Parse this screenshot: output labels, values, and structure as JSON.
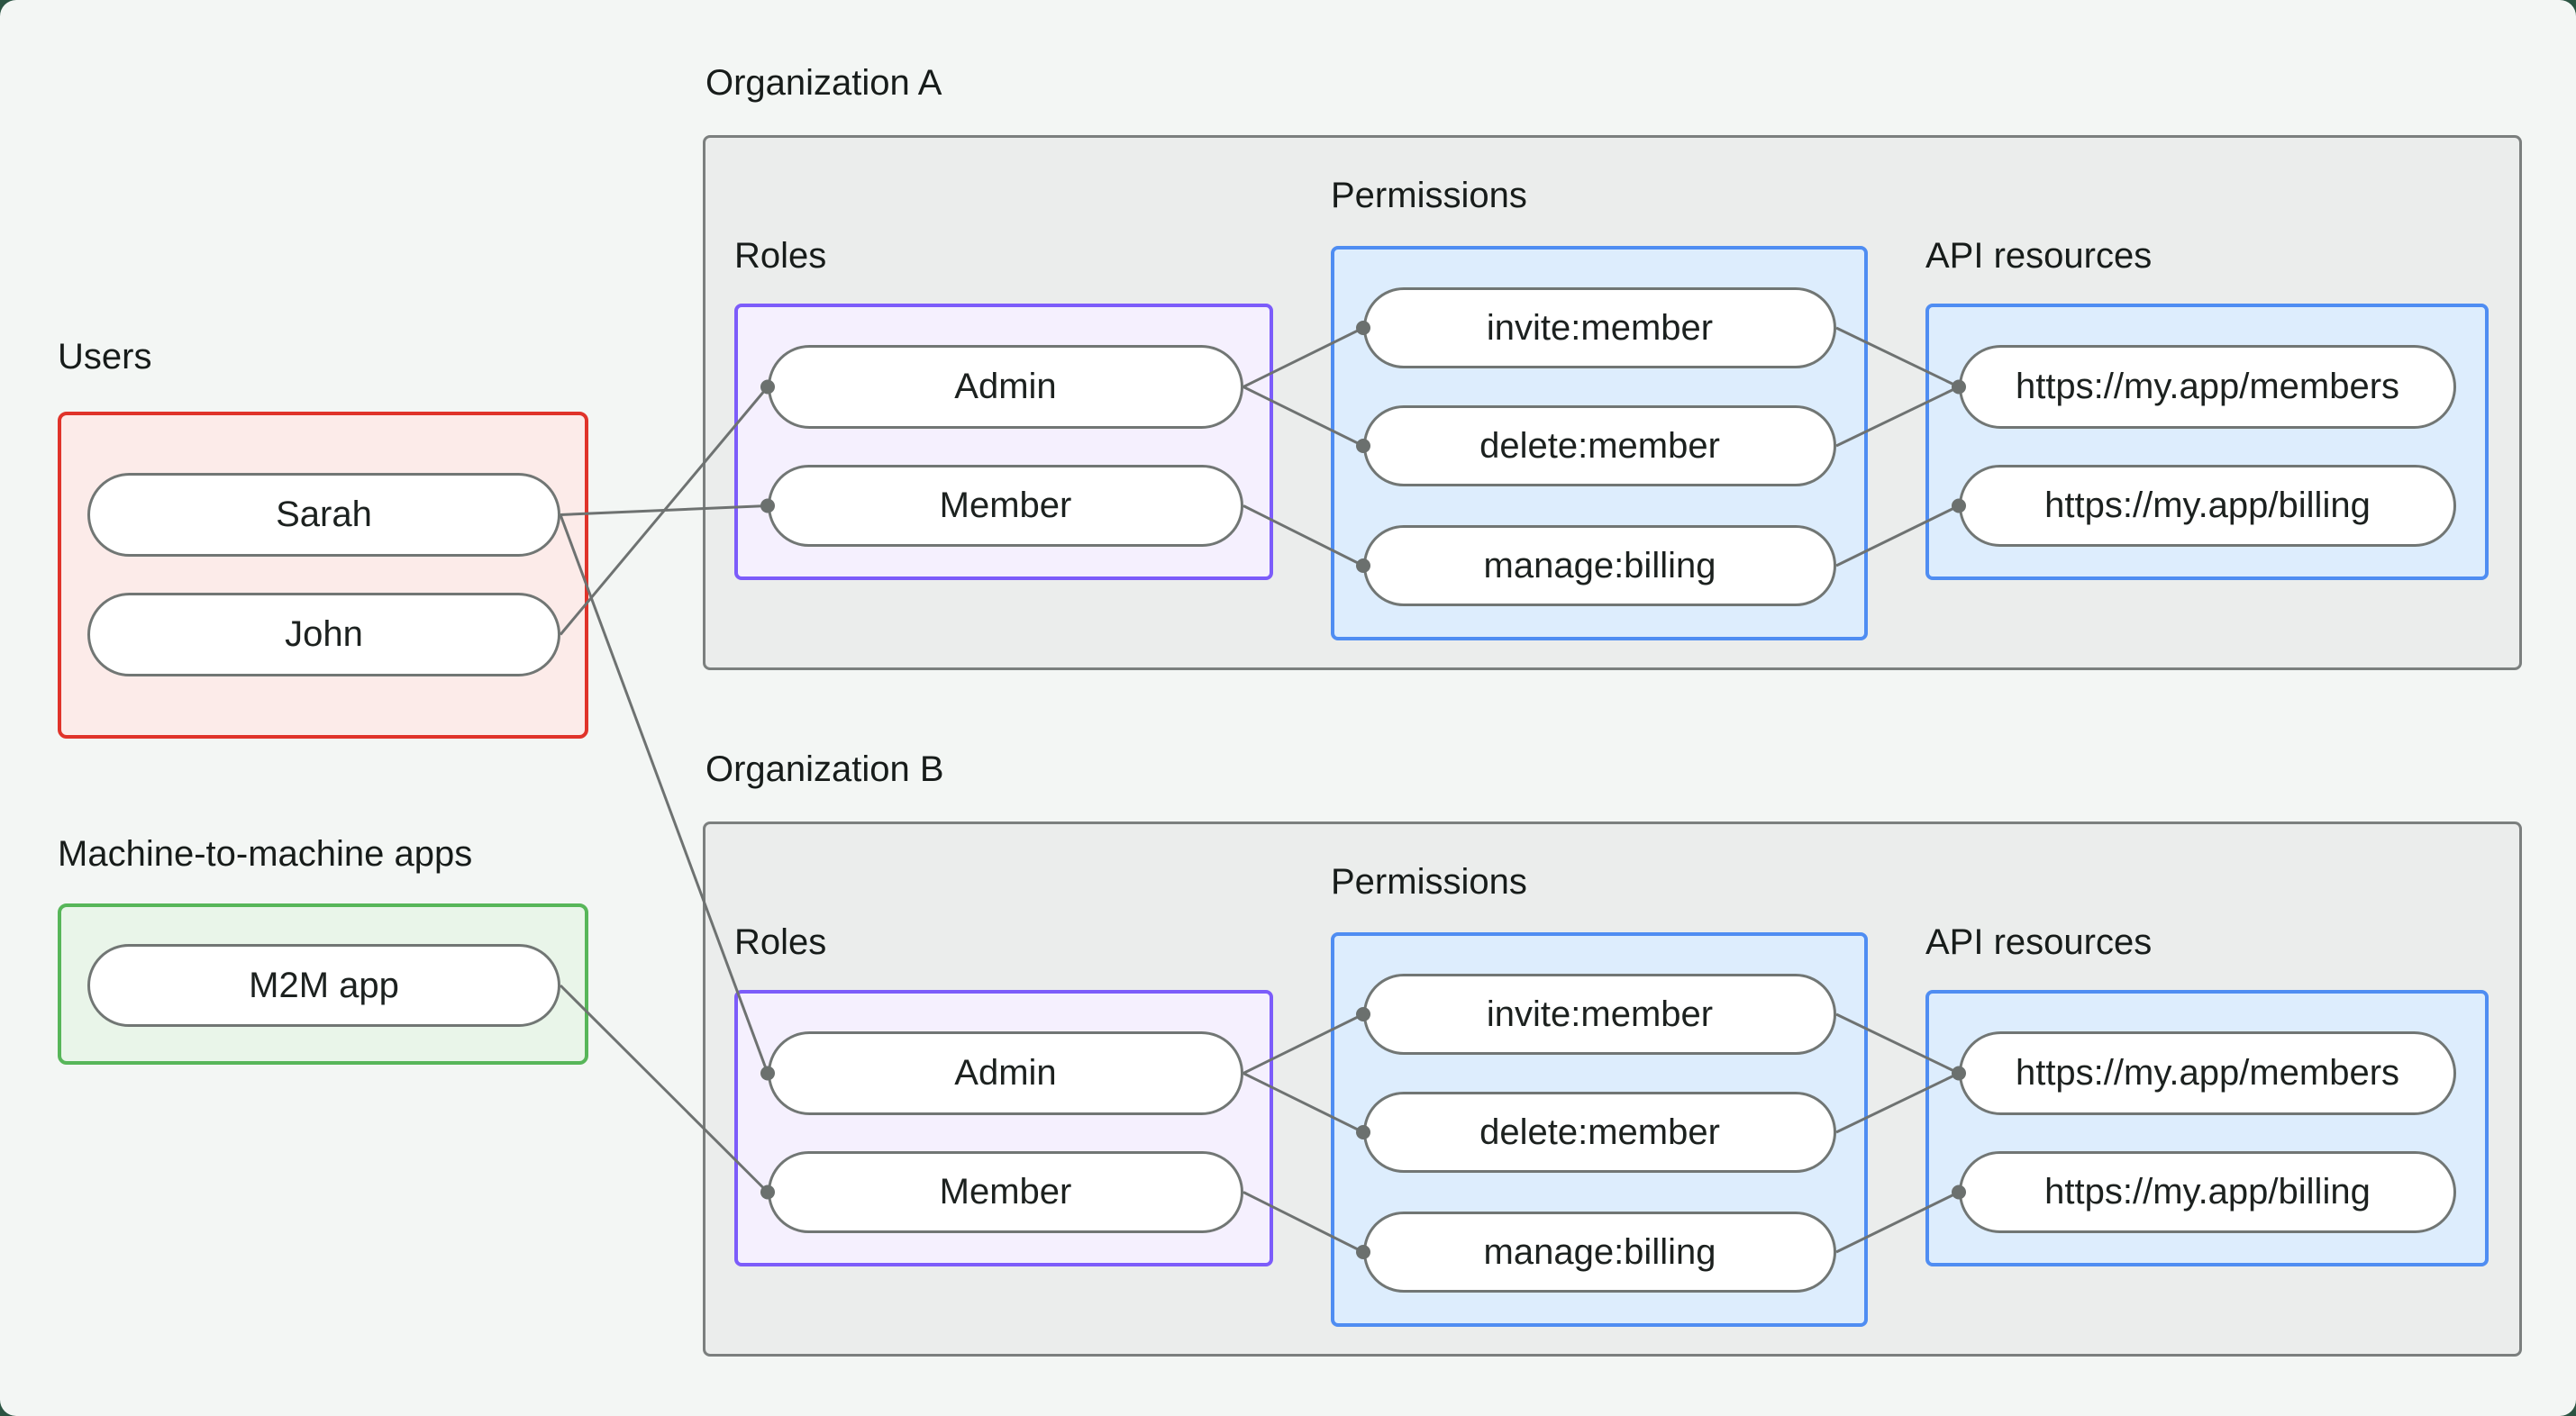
{
  "page": {
    "background": "#f3f6f4",
    "outer_background": "#2b5442"
  },
  "colors": {
    "users_border": "#e0332a",
    "users_fill": "#fcebe9",
    "m2m_border": "#57b659",
    "m2m_fill": "#e9f5e9",
    "org_border": "#7b7f7e",
    "org_fill": "#ebedec",
    "roles_border": "#7c5cfa",
    "roles_fill": "#f5f0fe",
    "blue_border": "#4f8df2",
    "blue_fill": "#ddedfd",
    "pill_border": "#717674",
    "pill_fill": "#ffffff",
    "line": "#6e7271",
    "dot": "#6b706e",
    "text": "#171c1a"
  },
  "users": {
    "label": "Users",
    "items": [
      "Sarah",
      "John"
    ]
  },
  "m2m": {
    "label": "Machine-to-machine apps",
    "items": [
      "M2M app"
    ]
  },
  "org_a": {
    "title": "Organization A",
    "roles": {
      "label": "Roles",
      "items": [
        "Admin",
        "Member"
      ]
    },
    "permissions": {
      "label": "Permissions",
      "items": [
        "invite:member",
        "delete:member",
        "manage:billing"
      ]
    },
    "api": {
      "label": "API resources",
      "items": [
        "https://my.app/members",
        "https://my.app/billing"
      ]
    }
  },
  "org_b": {
    "title": "Organization B",
    "roles": {
      "label": "Roles",
      "items": [
        "Admin",
        "Member"
      ]
    },
    "permissions": {
      "label": "Permissions",
      "items": [
        "invite:member",
        "delete:member",
        "manage:billing"
      ]
    },
    "api": {
      "label": "API resources",
      "items": [
        "https://my.app/members",
        "https://my.app/billing"
      ]
    }
  },
  "connections": [
    {
      "from": "sarah",
      "to": "a-member"
    },
    {
      "from": "john",
      "to": "a-admin"
    },
    {
      "from": "sarah",
      "to": "b-admin"
    },
    {
      "from": "m2m",
      "to": "b-member"
    },
    {
      "from": "a-admin",
      "to": "a-invite"
    },
    {
      "from": "a-admin",
      "to": "a-delete"
    },
    {
      "from": "a-member",
      "to": "a-manage"
    },
    {
      "from": "a-invite",
      "to": "a-members"
    },
    {
      "from": "a-delete",
      "to": "a-members"
    },
    {
      "from": "a-manage",
      "to": "a-billing"
    },
    {
      "from": "b-admin",
      "to": "b-invite"
    },
    {
      "from": "b-admin",
      "to": "b-delete"
    },
    {
      "from": "b-member",
      "to": "b-manage"
    },
    {
      "from": "b-invite",
      "to": "b-members"
    },
    {
      "from": "b-delete",
      "to": "b-members"
    },
    {
      "from": "b-manage",
      "to": "b-billing"
    }
  ]
}
